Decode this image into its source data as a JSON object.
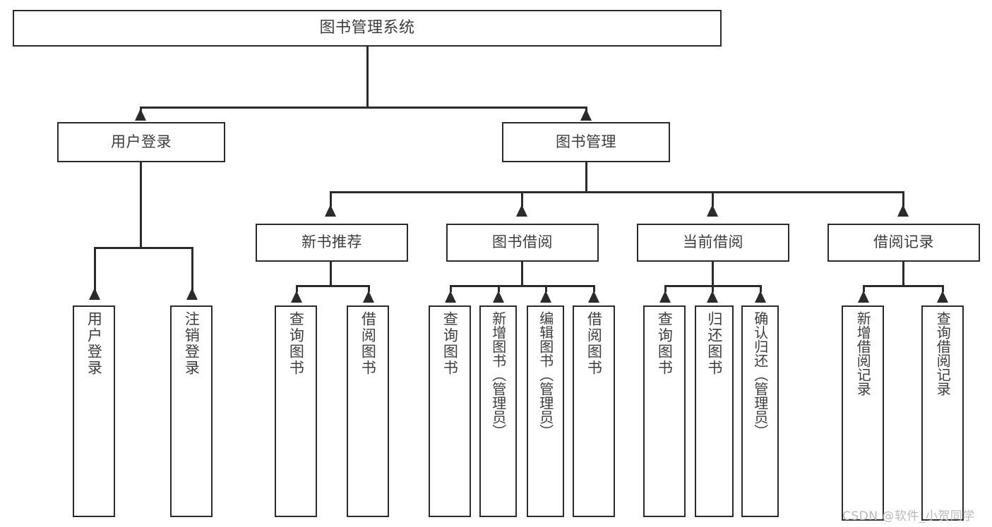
{
  "diagram": {
    "type": "tree-hierarchy-diagram",
    "title": "图书管理系统",
    "root": {
      "id": "root",
      "label": "图书管理系统"
    },
    "level1": [
      {
        "id": "user-login",
        "label": "用户登录"
      },
      {
        "id": "book-management",
        "label": "图书管理"
      }
    ],
    "level2": [
      {
        "id": "new-book-recommend",
        "label": "新书推荐",
        "parent": "book-management"
      },
      {
        "id": "book-borrow",
        "label": "图书借阅",
        "parent": "book-management"
      },
      {
        "id": "current-borrow",
        "label": "当前借阅",
        "parent": "book-management"
      },
      {
        "id": "borrow-record",
        "label": "借阅记录",
        "parent": "book-management"
      }
    ],
    "leaves": [
      {
        "id": "leaf-user-login",
        "label": "用户登录",
        "parent": "user-login"
      },
      {
        "id": "leaf-logout-login",
        "label": "注销登录",
        "parent": "user-login"
      },
      {
        "id": "leaf-query-book-1",
        "label": "查询图书",
        "parent": "new-book-recommend"
      },
      {
        "id": "leaf-borrow-book-1",
        "label": "借阅图书",
        "parent": "new-book-recommend"
      },
      {
        "id": "leaf-query-book-2",
        "label": "查询图书",
        "parent": "book-borrow"
      },
      {
        "id": "leaf-add-book",
        "label": "新增图书（管理员）",
        "parent": "book-borrow"
      },
      {
        "id": "leaf-edit-book",
        "label": "编辑图书（管理员）",
        "parent": "book-borrow"
      },
      {
        "id": "leaf-borrow-book-2",
        "label": "借阅图书",
        "parent": "book-borrow"
      },
      {
        "id": "leaf-query-book-3",
        "label": "查询图书",
        "parent": "current-borrow"
      },
      {
        "id": "leaf-return-book",
        "label": "归还图书",
        "parent": "current-borrow"
      },
      {
        "id": "leaf-confirm-return",
        "label": "确认归还（管理员）",
        "parent": "current-borrow"
      },
      {
        "id": "leaf-add-record",
        "label": "新增借阅记录",
        "parent": "borrow-record"
      },
      {
        "id": "leaf-query-record",
        "label": "查询借阅记录",
        "parent": "borrow-record"
      }
    ],
    "watermark": "CSDN @软件_小贺同学",
    "colors": {
      "stroke": "#2b2b2b",
      "text": "#3d3d3d",
      "background": "#ffffff",
      "watermark": "#b9b9b9"
    }
  }
}
